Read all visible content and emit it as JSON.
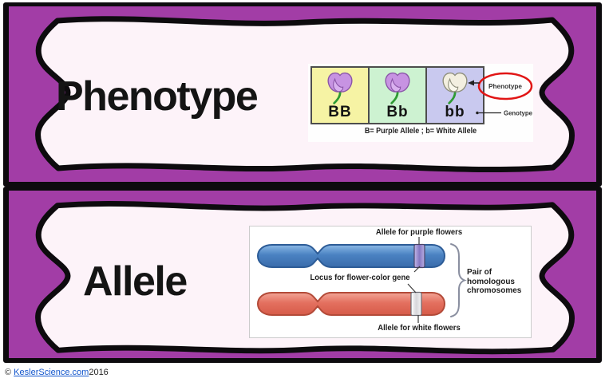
{
  "colors": {
    "slide_background": "#a23da6",
    "frame_black": "#0d0b0e",
    "card_fill": "#fdf3f9",
    "punnett_yellow": "#f6f3a4",
    "punnett_green": "#cdf2d1",
    "punnett_lavender": "#c9c9ef",
    "highlight_ellipse_red": "#e11515",
    "chromosome_blue": "#4a82c2",
    "chromosome_red": "#e4705f",
    "link_blue": "#1155cc"
  },
  "cards": [
    {
      "title": "Phenotype",
      "punnett_boxes": [
        {
          "genotype": "BB",
          "flower": "purple",
          "bg": "#f6f3a4"
        },
        {
          "genotype": "Bb",
          "flower": "purple",
          "bg": "#cdf2d1"
        },
        {
          "genotype": "bb",
          "flower": "white",
          "bg": "#c9c9ef"
        }
      ],
      "callouts": {
        "phenotype": "Phenotype",
        "genotype": "Genotype"
      },
      "caption": "B= Purple Allele ; b= White Allele"
    },
    {
      "title": "Allele",
      "labels": {
        "top": "Allele for purple flowers",
        "middle": "Locus for flower-color gene",
        "bottom": "Allele for white flowers",
        "brace_lines": [
          "Pair of",
          "homologous",
          "chromosomes"
        ]
      }
    }
  ],
  "footer": {
    "copyright_symbol": "©",
    "link_text": "KeslerScience.com",
    "year": "2016"
  }
}
